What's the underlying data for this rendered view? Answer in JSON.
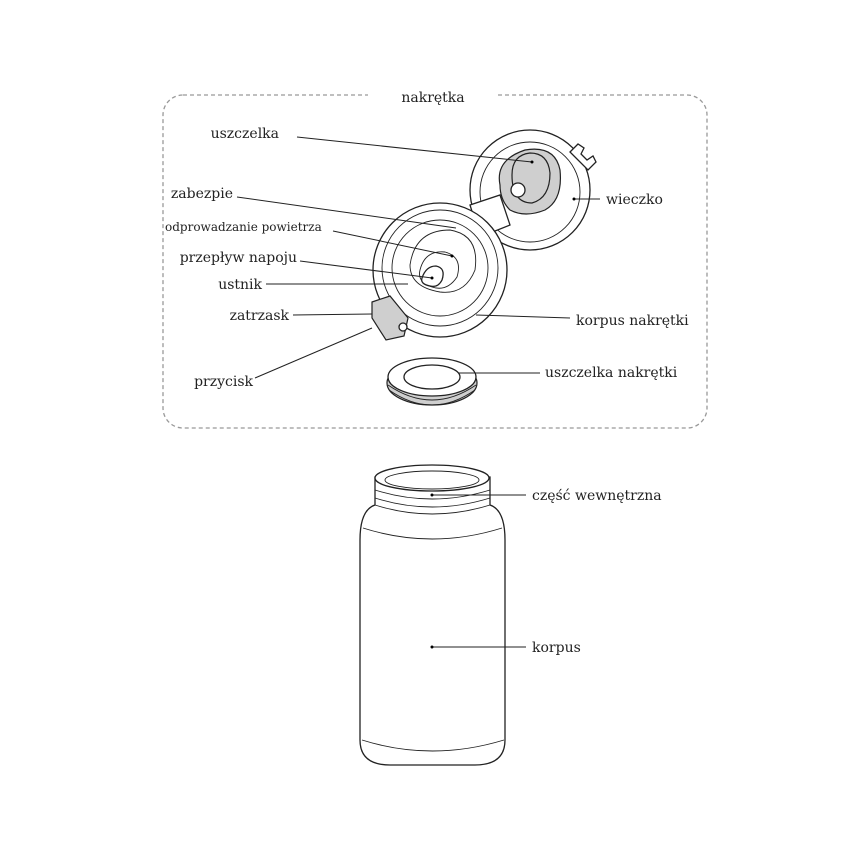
{
  "cap_group": {
    "title": "nakrętka",
    "labels": {
      "seal": "uszczelka",
      "lock": "zabezpie",
      "air_vent": "odprowadzanie powietrza",
      "drink_flow": "przepływ napoju",
      "mouthpiece": "ustnik",
      "latch": "zatrzask",
      "button": "przycisk",
      "lid": "wieczko",
      "cap_body": "korpus nakrętki",
      "cap_seal": "uszczelka nakrętki"
    }
  },
  "bottle_group": {
    "labels": {
      "inner": "część wewnętrzna",
      "body": "korpus"
    }
  }
}
